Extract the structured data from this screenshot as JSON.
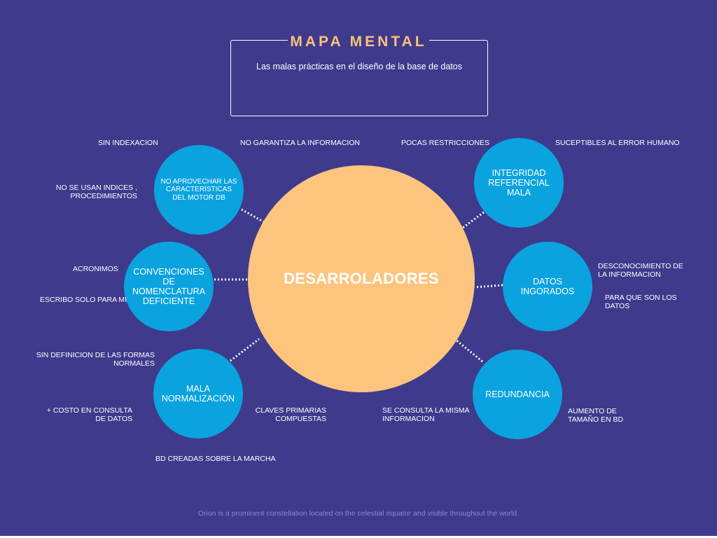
{
  "title": "MAPA MENTAL",
  "subtitle": "Las malas prácticas en el diseño de la base de datos",
  "center": "DESARROLADORES",
  "nodes": [
    {
      "id": "motor",
      "label": "NO APROVECHAR LAS CARACTERÍSTICAS DEL MOTOR DB"
    },
    {
      "id": "integridad",
      "label": "INTEGRIDAD REFERENCIAL MALA"
    },
    {
      "id": "nomenclatura",
      "label": "CONVENCIONES DE NOMENCLATURA DEFICIENTE"
    },
    {
      "id": "datos",
      "label": "DATOS INGORADOS"
    },
    {
      "id": "normalizacion",
      "label": "MALA NORMALIZACIÓN"
    },
    {
      "id": "redundancia",
      "label": "REDUNDANCIA"
    }
  ],
  "notes": {
    "sin_indexacion": "SIN INDEXACION",
    "no_garantiza": "NO GARANTIZA LA INFORMACION",
    "pocas_restricciones": "POCAS RESTRICCIONES",
    "suceptibles": "SUCEPTIBLES AL ERROR HUMANO",
    "no_se_usan_1": "NO SE USAN INDICES ,",
    "no_se_usan_2": "PROCEDIMIENTOS",
    "acronimos": "ACRONIMOS",
    "escribo": "ESCRIBO SOLO PARA MI",
    "desconocimiento_1": "DESCONOCIMIENTO DE",
    "desconocimiento_2": "LA INFORMACION",
    "para_que_1": "PARA QUE SON LOS",
    "para_que_2": "DATOS",
    "sin_definicion_1": "SIN DEFINICION DE LAS FORMAS",
    "sin_definicion_2": "NORMALES",
    "costo_1": "+ COSTO EN  CONSULTA",
    "costo_2": "DE DATOS",
    "claves_1": "CLAVES PRIMARIAS",
    "claves_2": "COMPUESTAS",
    "se_consulta_1": "SE CONSULTA LA MISMA",
    "se_consulta_2": "INFORMACION",
    "aumento_1": "AUMENTO DE",
    "aumento_2": "TAMAÑO EN BD",
    "bd_creadas": "BD CREADAS SOBRE LA MARCHA"
  },
  "footer": "Orion is a prominent constellation located on the celestial equator and visible throughout the world.",
  "colors": {
    "background": "#3f3a8c",
    "center": "#fdc47e",
    "node": "#0aa3df",
    "title": "#f9c27a",
    "text": "#ffffff"
  }
}
